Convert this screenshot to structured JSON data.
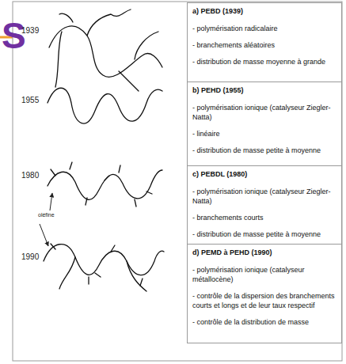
{
  "diagram": {
    "nodes": [
      {
        "text": [
          "a) PEBD (1939)",
          "- polymérisation radicalaire",
          "- branchements aléatoires",
          "- distribution de masse moyenne à grande"
        ]
      },
      {
        "text": [
          "b) PEHD (1955)",
          "- polymérisation ionique (catalyseur Ziegler-Natta)",
          "- linéaire",
          "- distribution de masse petite à moyenne"
        ]
      },
      {
        "text": [
          "c) PEBDL (1980)",
          "- polymérisation ionique (catalyseur Ziegler-Natta)",
          "- branchements courts",
          "- distribution de masse petite à moyenne"
        ]
      },
      {
        "text": [
          "d) PEMD à PEHD (1990)",
          "- polymérisation ionique (catalyseur métallocène)",
          "- contrôle de la dispersion des branchements courts et longs et de leur taux respectif",
          "- contrôle de la distribution de masse"
        ]
      }
    ],
    "labels": [
      "S",
      "1939",
      "1955",
      "1980",
      "1990",
      "oléfine"
    ]
  }
}
